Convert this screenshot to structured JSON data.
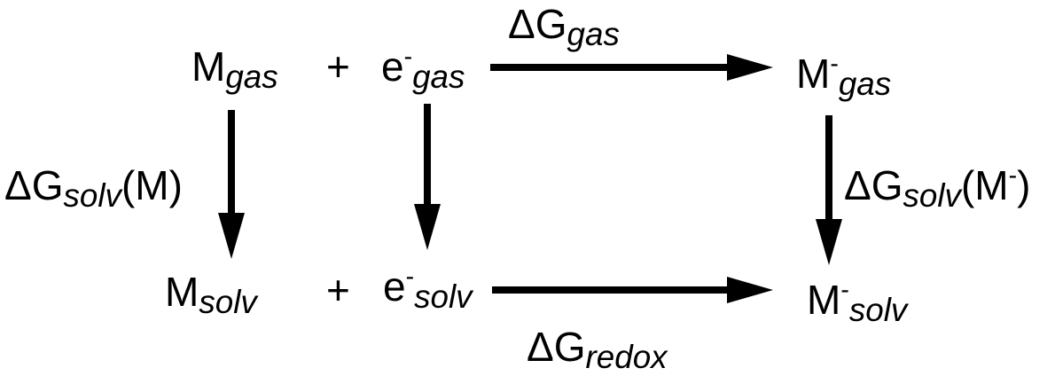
{
  "diagram": {
    "reactants_gas": {
      "metal": {
        "base": "M",
        "sub": "gas"
      },
      "plus": "+",
      "electron": {
        "base": "e",
        "sup": "-",
        "sub": "gas"
      }
    },
    "product_gas": {
      "base": "M",
      "sup": "-",
      "sub": "gas"
    },
    "reactants_solv": {
      "metal": {
        "base": "M",
        "sub": "solv"
      },
      "plus": "+",
      "electron": {
        "base": "e",
        "sup": "-",
        "sub": "solv"
      }
    },
    "product_solv": {
      "base": "M",
      "sup": "-",
      "sub": "solv"
    },
    "edges": {
      "gas_reaction": {
        "base": "ΔG",
        "sub": "gas"
      },
      "redox_reaction": {
        "base": "ΔG",
        "sub": "redox"
      },
      "solv_metal": {
        "base": "ΔG",
        "sub": "solv",
        "arg": "(M)"
      },
      "solv_anion": {
        "base": "ΔG",
        "sub": "solv",
        "arg_open": "(M",
        "arg_sup": "-",
        "arg_close": ")"
      }
    }
  }
}
